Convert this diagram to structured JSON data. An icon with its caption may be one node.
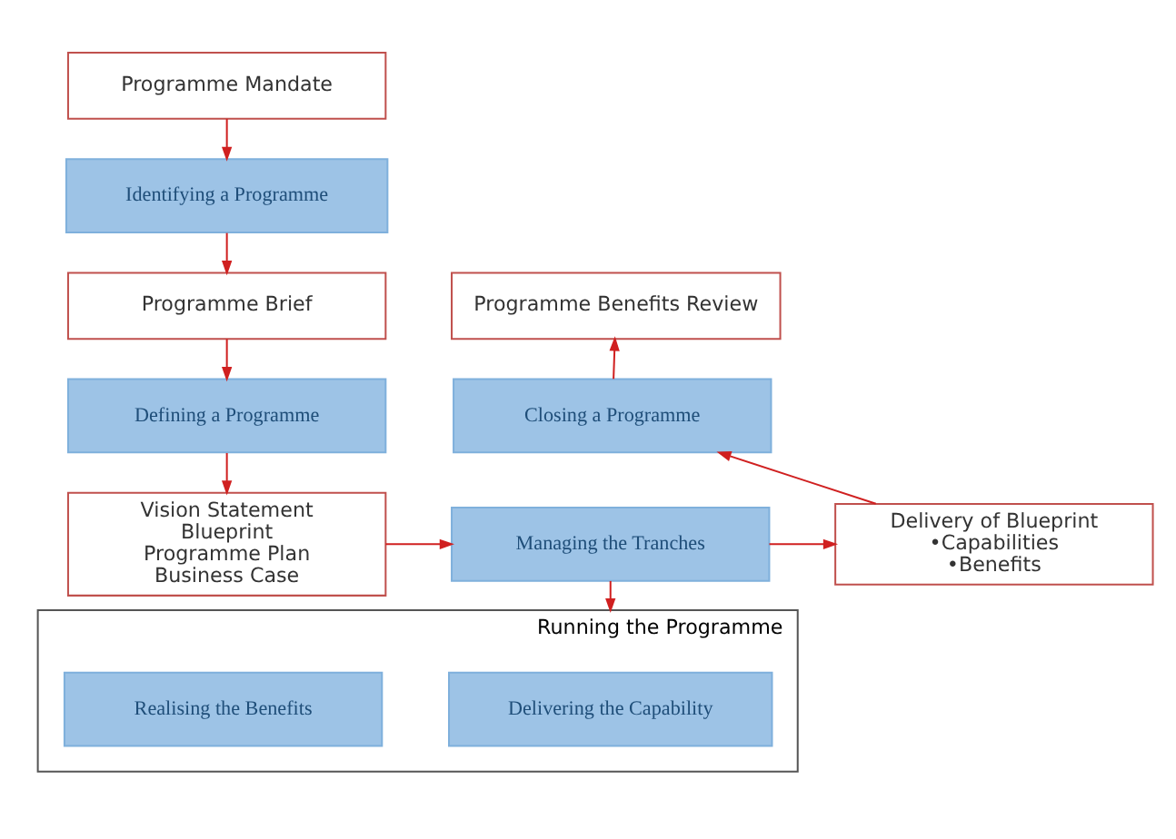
{
  "diagram": {
    "nodes": [
      {
        "text": [
          "Programme Mandate"
        ]
      },
      {
        "text": [
          "Identifying a Programme"
        ]
      },
      {
        "text": [
          "Programme Brief"
        ]
      },
      {
        "text": [
          "Defining a Programme"
        ]
      },
      {
        "text": [
          "Vision Statement",
          "Blueprint",
          "Programme Plan",
          "Business Case"
        ]
      },
      {
        "text": [
          "Managing the Tranches"
        ]
      },
      {
        "text": [
          "Delivery of Blueprint",
          "•Capabilities",
          "•Benefits"
        ]
      },
      {
        "text": [
          "Closing a Programme"
        ]
      },
      {
        "text": [
          "Programme Benefits Review"
        ]
      },
      {
        "text": [
          "Running the Programme"
        ]
      },
      {
        "text": [
          "Delivering the Capability"
        ],
        "in": 9
      },
      {
        "text": [
          "Realising the Benefits"
        ],
        "in": 9
      }
    ],
    "edges": [
      {
        "from": 0,
        "to": 1,
        "arrow": "to"
      },
      {
        "from": 1,
        "to": 2,
        "arrow": "to"
      },
      {
        "from": 2,
        "to": 3,
        "arrow": "to"
      },
      {
        "from": 3,
        "to": 4,
        "arrow": "to"
      },
      {
        "from": 4,
        "to": 5,
        "arrow": "to"
      },
      {
        "from": 5,
        "to": 6,
        "arrow": "to"
      },
      {
        "from": 6,
        "to": 7,
        "arrow": "to"
      },
      {
        "from": 7,
        "to": 8,
        "arrow": "to"
      },
      {
        "from": 5,
        "to": 9,
        "arrow": "to"
      }
    ]
  }
}
